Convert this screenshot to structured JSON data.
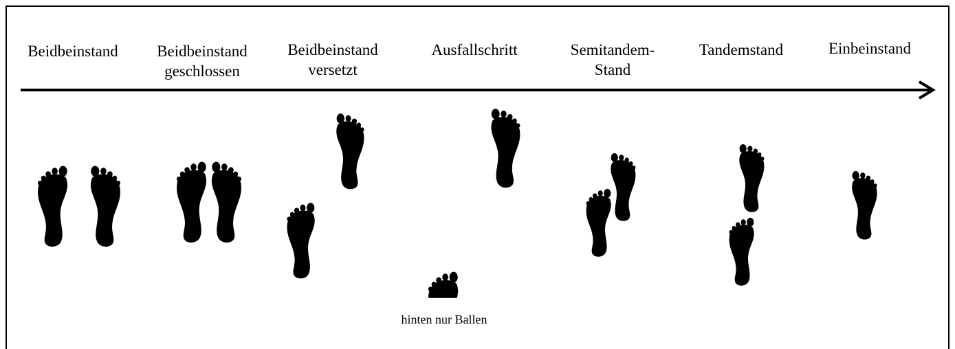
{
  "stances": [
    {
      "id": "beidbeinstand",
      "line1": "Beidbeinstand",
      "line2": ""
    },
    {
      "id": "geschlossen",
      "line1": "Beidbeinstand",
      "line2": "geschlossen"
    },
    {
      "id": "versetzt",
      "line1": "Beidbeinstand",
      "line2": "versetzt"
    },
    {
      "id": "ausfallschritt",
      "line1": "Ausfallschritt",
      "line2": ""
    },
    {
      "id": "semitandem",
      "line1": "Semitandem-",
      "line2": "Stand"
    },
    {
      "id": "tandemstand",
      "line1": "Tandemstand",
      "line2": ""
    },
    {
      "id": "einbeinstand",
      "line1": "Einbeinstand",
      "line2": ""
    }
  ],
  "note": "hinten nur Ballen",
  "colors": {
    "ink": "#000000",
    "background": "#ffffff"
  }
}
